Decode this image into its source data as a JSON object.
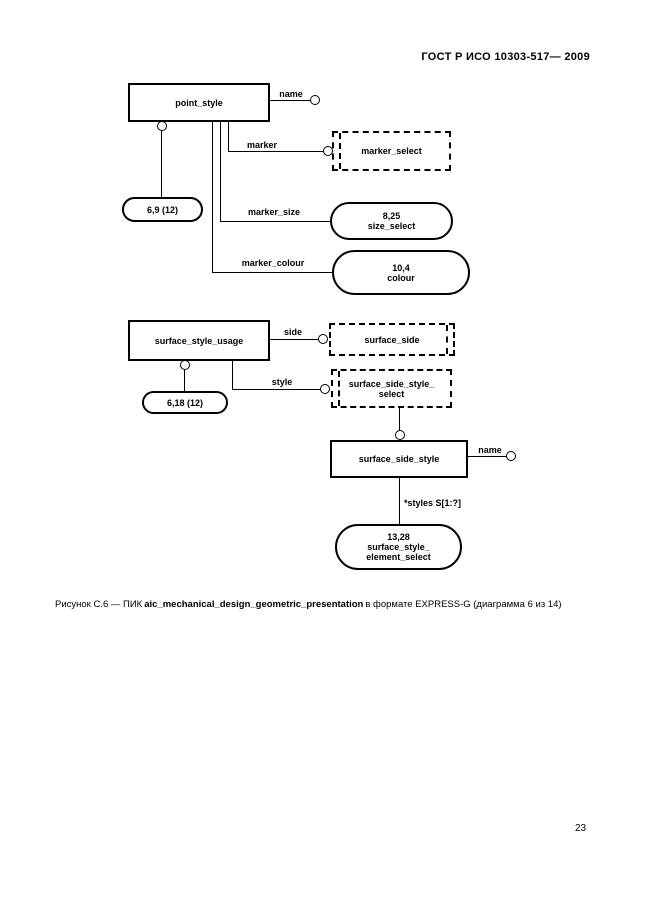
{
  "header": {
    "title": "ГОСТ Р ИСО 10303-517— 2009"
  },
  "footer": {
    "page_number": "23"
  },
  "caption": {
    "prefix": "Рисунок С.6 — ПИК",
    "entity_name": "aic_mechanical_design_geometric_presentation",
    "suffix": "в формате EXPRESS-G (диаграмма 6 из 14)"
  },
  "diagram": {
    "notation": "EXPRESS-G",
    "entities": {
      "point_style": "point_style",
      "surface_style_usage": "surface_style_usage",
      "surface_side_style": "surface_side_style"
    },
    "types": {
      "marker_select": "marker_select",
      "surface_side": "surface_side",
      "surface_side_style_select_line1": "surface_side_style_",
      "surface_side_style_select_line2": "select"
    },
    "page_refs": {
      "ref_6_9": "6,9 (12)",
      "ref_6_18": "6,18 (12)",
      "size_select_num": "8,25",
      "size_select_name": "size_select",
      "colour_num": "10,4",
      "colour_name": "colour",
      "element_select_num": "13,28",
      "element_select_line1": "surface_style_",
      "element_select_line2": "element_select"
    },
    "attributes": {
      "name1": "name",
      "marker": "marker",
      "marker_size": "marker_size",
      "marker_colour": "marker_colour",
      "side": "side",
      "style": "style",
      "name2": "name",
      "styles": "*styles S[1:?]"
    }
  }
}
